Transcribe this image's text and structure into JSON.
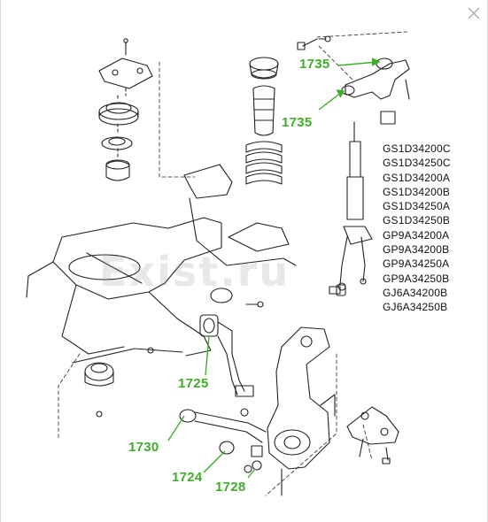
{
  "window": {
    "close_icon": "close-icon"
  },
  "watermark": "Exist.ru",
  "callouts": [
    {
      "id": "1735-top",
      "label": "1735"
    },
    {
      "id": "1735-mid",
      "label": "1735"
    },
    {
      "id": "1725",
      "label": "1725"
    },
    {
      "id": "1730",
      "label": "1730"
    },
    {
      "id": "1724",
      "label": "1724"
    },
    {
      "id": "1728",
      "label": "1728"
    }
  ],
  "part_numbers": [
    "GS1D34200C",
    "GS1D34250C",
    "GS1D34200A",
    "GS1D34200B",
    "GS1D34250A",
    "GS1D34250B",
    "GP9A34200A",
    "GP9A34200B",
    "GP9A34250A",
    "GP9A34250B",
    "GJ6A34200B",
    "GJ6A34250B"
  ],
  "colors": {
    "callout_green": "#3fae2a",
    "line_art": "#222222",
    "background": "#ffffff"
  }
}
